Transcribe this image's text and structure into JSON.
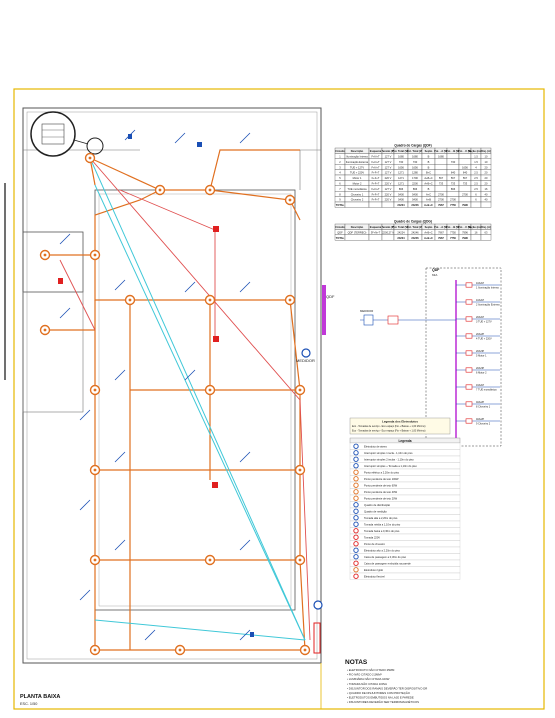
{
  "title_block": {
    "title": "PLANTA BAIXA",
    "scale": "ESC. 1/50"
  },
  "notes": {
    "heading": "NOTAS",
    "lines": [
      "ELETRODUTO NÃO CITADO 25MM",
      "FIO NÃO CITADO 2,5MM²",
      "LUMINÁRIA NÃO CITADA 100W",
      "TOMADA NÃO CITADA 100VA",
      "DISJUNTOR DOS RAMAIS DEVERÃO TER DISPOSITIVO DR",
      "QUADRO DE DISJUNTORES COM PROTEÇÃO",
      "ELETRODUTOS EMBUTIDOS NA LAJE E PAREDE",
      "DISJUNTORES DEVERÃO SER TERMOMAGNÉTICOS"
    ]
  },
  "load_table": {
    "title": "Quadro de Cargas (QDF)",
    "headers": [
      "Circuito",
      "Descrição",
      "Esquema",
      "Tensão (V)",
      "Pot. Total (VA)",
      "Pot. Total (W)",
      "Seção",
      "Pot. - A (W)",
      "Pot. - B (W)",
      "Pot. - C (W)",
      "Seção (mm²)",
      "Disj. (A)"
    ],
    "rows": [
      [
        "1",
        "Iluminação Interna",
        "F+N+T",
        "127 V",
        "1680",
        "1680",
        "B",
        "1680",
        "",
        "",
        "1.5",
        "10"
      ],
      [
        "2",
        "Iluminação Externa",
        "F+N+T",
        "127 V",
        "730",
        "730",
        "B",
        "",
        "730",
        "",
        "1.5",
        "10"
      ],
      [
        "3",
        "TUE + 127V",
        "F+N+T",
        "127 V",
        "1656",
        "1656",
        "B",
        "",
        "",
        "1656",
        "4",
        "20"
      ],
      [
        "4",
        "TUE + 220V",
        "F+F+T",
        "127 V",
        "1271",
        "1280",
        "B+C",
        "",
        "640",
        "640",
        "2.5",
        "20"
      ],
      [
        "5",
        "Motor 1",
        "F+F+T",
        "220 V",
        "1271",
        "1700",
        "A+B+C",
        "567",
        "567",
        "567",
        "2.5",
        "20"
      ],
      [
        "6",
        "Motor 2",
        "F+F+T",
        "220 V",
        "1271",
        "2200",
        "A+B+C",
        "733",
        "733",
        "733",
        "2.5",
        "20"
      ],
      [
        "7",
        "TUE monofásica",
        "F+N+T",
        "127 V",
        "896",
        "896",
        "B",
        "",
        "896",
        "",
        "2.5",
        "16"
      ],
      [
        "8",
        "Chuveiro 1",
        "F+F+T",
        "220 V",
        "5400",
        "5400",
        "A+C",
        "2700",
        "",
        "2700",
        "6",
        "40"
      ],
      [
        "9",
        "Chuveiro 2",
        "F+F+T",
        "220 V",
        "5400",
        "5400",
        "A+B",
        "2700",
        "2700",
        "",
        "6",
        "40"
      ]
    ],
    "total_label": "TOTAL",
    "total": [
      "",
      "",
      "",
      "",
      "24224",
      "24246",
      "A+B+C",
      "7967",
      "7750",
      "7996",
      "",
      ""
    ]
  },
  "qdg_table": {
    "title": "Quadro de Cargas (QDG)",
    "headers": [
      "Circuito",
      "Descrição",
      "Esquema",
      "Tensão (V)",
      "Pot. Total (VA)",
      "Pot. Total (W)",
      "Seção",
      "Pot. - A (W)",
      "Pot. - B (W)",
      "Pot. - C (W)",
      "Seção (mm²)",
      "Disj. (A)"
    ],
    "rows": [
      [
        "QDF",
        "QDF (TERREO)",
        "3F+N+T",
        "220/127 V",
        "24224",
        "24246",
        "A+B+C",
        "7967",
        "7750",
        "7996",
        "16",
        "63"
      ]
    ],
    "total_label": "TOTAL",
    "total": [
      "",
      "",
      "",
      "",
      "24224",
      "24246",
      "A+B+C",
      "7967",
      "7750",
      "7996",
      "",
      ""
    ]
  },
  "single_line": {
    "board_label": "QDF",
    "main_breaker": "63A",
    "meter_label": "MEDIDOR",
    "circuits": [
      {
        "breaker": "10A/1P",
        "label": "1 Iluminação Interna"
      },
      {
        "breaker": "10A/1P",
        "label": "2 Iluminação Externa"
      },
      {
        "breaker": "20A/1P",
        "label": "3 TUE + 127V"
      },
      {
        "breaker": "20A/2P",
        "label": "4 TUE + 220V"
      },
      {
        "breaker": "20A/3P",
        "label": "5 Motor 1"
      },
      {
        "breaker": "20A/3P",
        "label": "6 Motor 2"
      },
      {
        "breaker": "16A/1P",
        "label": "7 TUE monofásica"
      },
      {
        "breaker": "40A/2P",
        "label": "8 Chuveiro 1"
      },
      {
        "breaker": "40A/2P",
        "label": "9 Chuveiro 2"
      }
    ]
  },
  "legend_circuits": {
    "title": "Legenda dos Eletrodutos",
    "lines": [
      "Eco - Tomadas de serviço - Eco espaço (Fio + Baixas + 1,00 Mínimo)",
      "Eco - Tomadas de serviço - Eco espaço (Fio + Baixas + 1,00 Mínimo)"
    ]
  },
  "legend": {
    "title": "Legenda",
    "items": [
      {
        "label": "Eletroduto de aterro",
        "color": "#1a4fb5"
      },
      {
        "label": "Interruptor simples 1 tecla - 1,10m do piso",
        "color": "#1a4fb5"
      },
      {
        "label": "Interruptor simples 2 teclas - 1,10m do piso",
        "color": "#1a4fb5"
      },
      {
        "label": "Interruptor simples + Tomada a 1,10m do piso",
        "color": "#1a4fb5"
      },
      {
        "label": "Ponto elétrico a 2,20m do piso",
        "color": "#e07020"
      },
      {
        "label": "Ponto pendente de teto 100W",
        "color": "#e07020"
      },
      {
        "label": "Ponto pendente de teto 60W",
        "color": "#e07020"
      },
      {
        "label": "Ponto pendente de teto 40W",
        "color": "#e07020"
      },
      {
        "label": "Ponto pendente de teto 20W",
        "color": "#e07020"
      },
      {
        "label": "Quadro de distribuição",
        "color": "#1a4fb5"
      },
      {
        "label": "Quadro de medição",
        "color": "#1a4fb5"
      },
      {
        "label": "Tomada alta a 2,20m do piso",
        "color": "#1a4fb5"
      },
      {
        "label": "Tomada média a 1,10m do piso",
        "color": "#1a4fb5"
      },
      {
        "label": "Tomada baixa a 0,30m do piso",
        "color": "#e02020"
      },
      {
        "label": "Tomada 220V",
        "color": "#e02020"
      },
      {
        "label": "Ponto de chuveiro",
        "color": "#e02020"
      },
      {
        "label": "Eletroduto alto a 2,20m do piso",
        "color": "#1a4fb5"
      },
      {
        "label": "Caixa de passagem a 0,30m do piso",
        "color": "#1a4fb5"
      },
      {
        "label": "Caixa de passagem embutida na parede",
        "color": "#e02020"
      },
      {
        "label": "Eletroduto rígido",
        "color": "#e07020"
      },
      {
        "label": "Eletroduto flexível",
        "color": "#e02020"
      }
    ]
  },
  "plan_labels": {
    "board_tag": "QDF",
    "meter_tag": "MEDIDOR"
  }
}
